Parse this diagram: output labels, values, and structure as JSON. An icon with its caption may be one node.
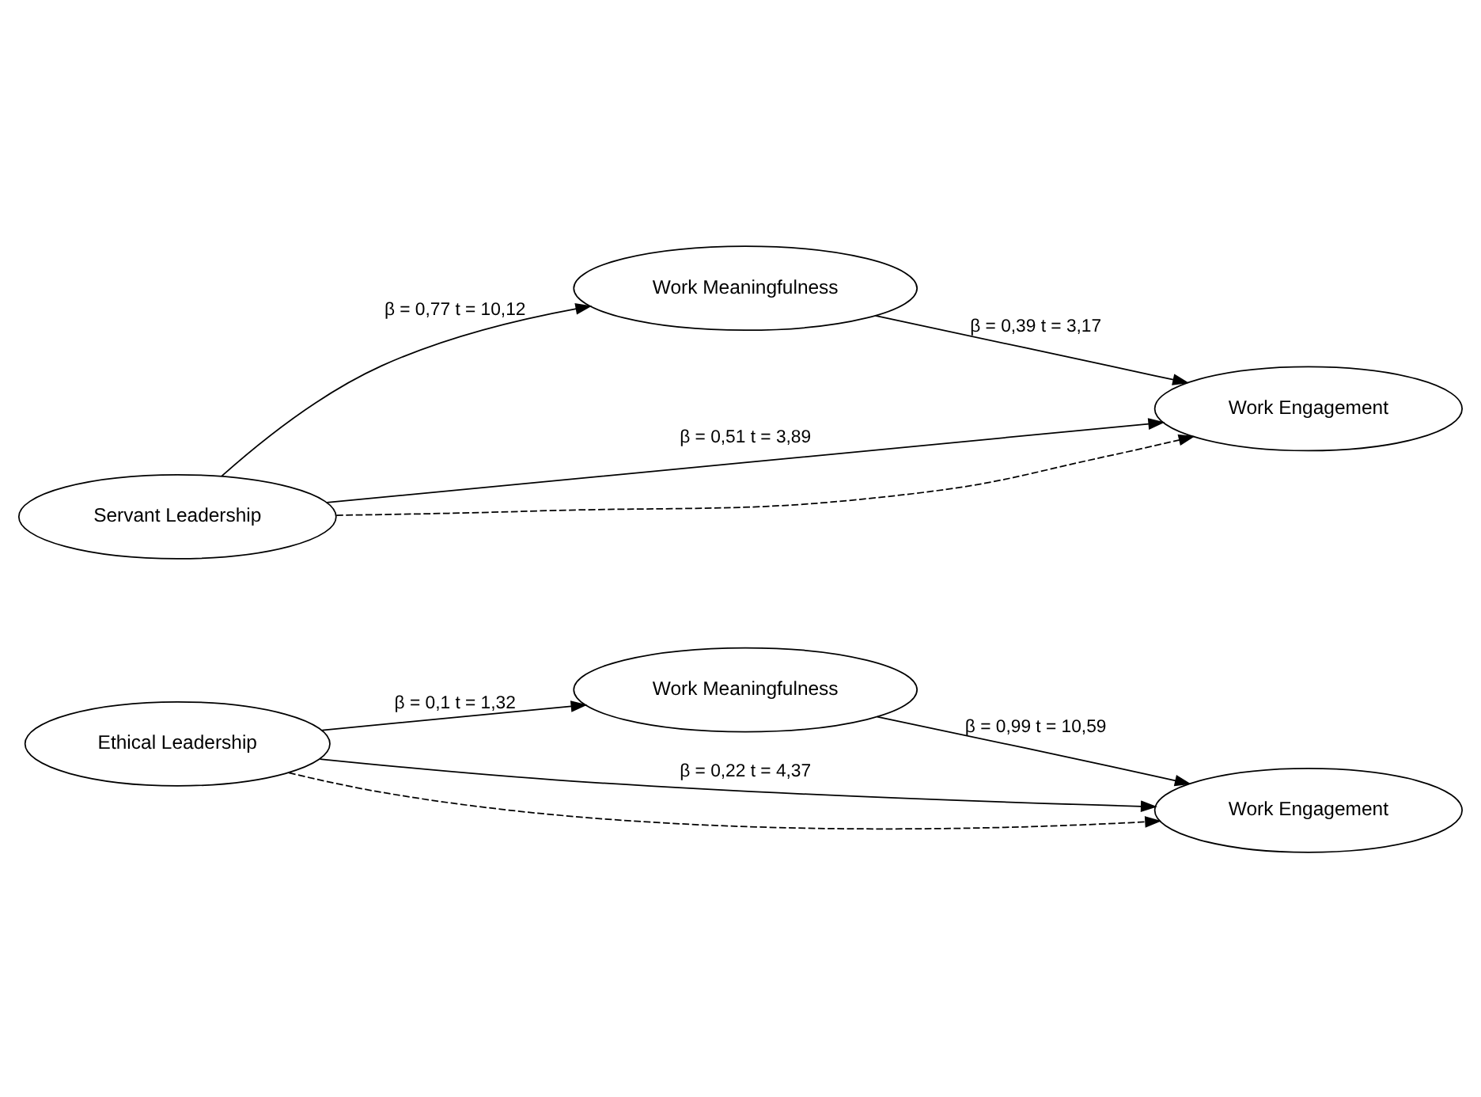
{
  "diagram": {
    "nodes": [
      {
        "text": [
          "Servant Leadership"
        ]
      },
      {
        "text": [
          "Work Meaningfulness"
        ]
      },
      {
        "text": [
          "Work Engagement"
        ]
      },
      {
        "text": [
          "Ethical Leadership"
        ]
      },
      {
        "text": [
          "Work Meaningfulness"
        ]
      },
      {
        "text": [
          "Work Engagement"
        ]
      }
    ],
    "edges": [
      {
        "from": 0,
        "to": 2,
        "arrow": "to",
        "label": "β = 0,51 t = 3,89"
      },
      {
        "from": 0,
        "to": 2,
        "arrow": "to",
        "style": "dashed"
      },
      {
        "from": 0,
        "to": 1,
        "arrow": "to",
        "label": "β = 0,77 t = 10,12"
      },
      {
        "from": 1,
        "to": 2,
        "arrow": "to",
        "label": "β = 0,39 t = 3,17"
      },
      {
        "from": 3,
        "to": 5,
        "arrow": "to",
        "label": "β = 0,22 t = 4,37"
      },
      {
        "from": 3,
        "to": 5,
        "arrow": "to",
        "style": "dashed"
      },
      {
        "from": 3,
        "to": 4,
        "arrow": "to",
        "label": "β = 0,1 t = 1,32"
      },
      {
        "from": 4,
        "to": 5,
        "arrow": "to",
        "label": "β = 0,99 t = 10,59"
      }
    ]
  }
}
